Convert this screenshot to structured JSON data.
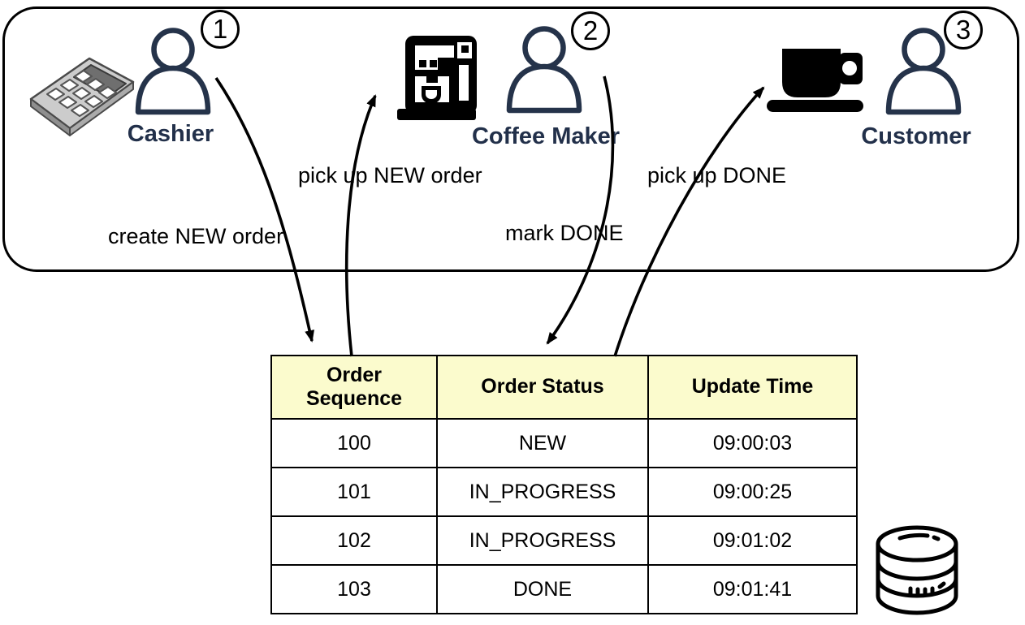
{
  "actors": [
    {
      "label": "Cashier",
      "badge": "1"
    },
    {
      "label": "Coffee Maker",
      "badge": "2"
    },
    {
      "label": "Customer",
      "badge": "3"
    }
  ],
  "flow_labels": {
    "create_new": "create NEW order",
    "pickup_new": "pick up NEW order",
    "mark_done": "mark DONE",
    "pickup_done": "pick up DONE"
  },
  "table": {
    "headers": [
      "Order Sequence",
      "Order Status",
      "Update Time"
    ],
    "rows": [
      [
        "100",
        "NEW",
        "09:00:03"
      ],
      [
        "101",
        "IN_PROGRESS",
        "09:00:25"
      ],
      [
        "102",
        "IN_PROGRESS",
        "09:01:02"
      ],
      [
        "103",
        "DONE",
        "09:01:41"
      ]
    ]
  },
  "icons": {
    "cash_register": "cash-register-icon",
    "coffee_machine": "coffee-machine-icon",
    "coffee_cup": "coffee-cup-icon",
    "person": "person-icon",
    "database": "database-icon"
  },
  "colors": {
    "actor_text": "#22304a",
    "person_stroke": "#25334a",
    "table_header_bg": "#fbfbcd",
    "line": "#000000"
  }
}
